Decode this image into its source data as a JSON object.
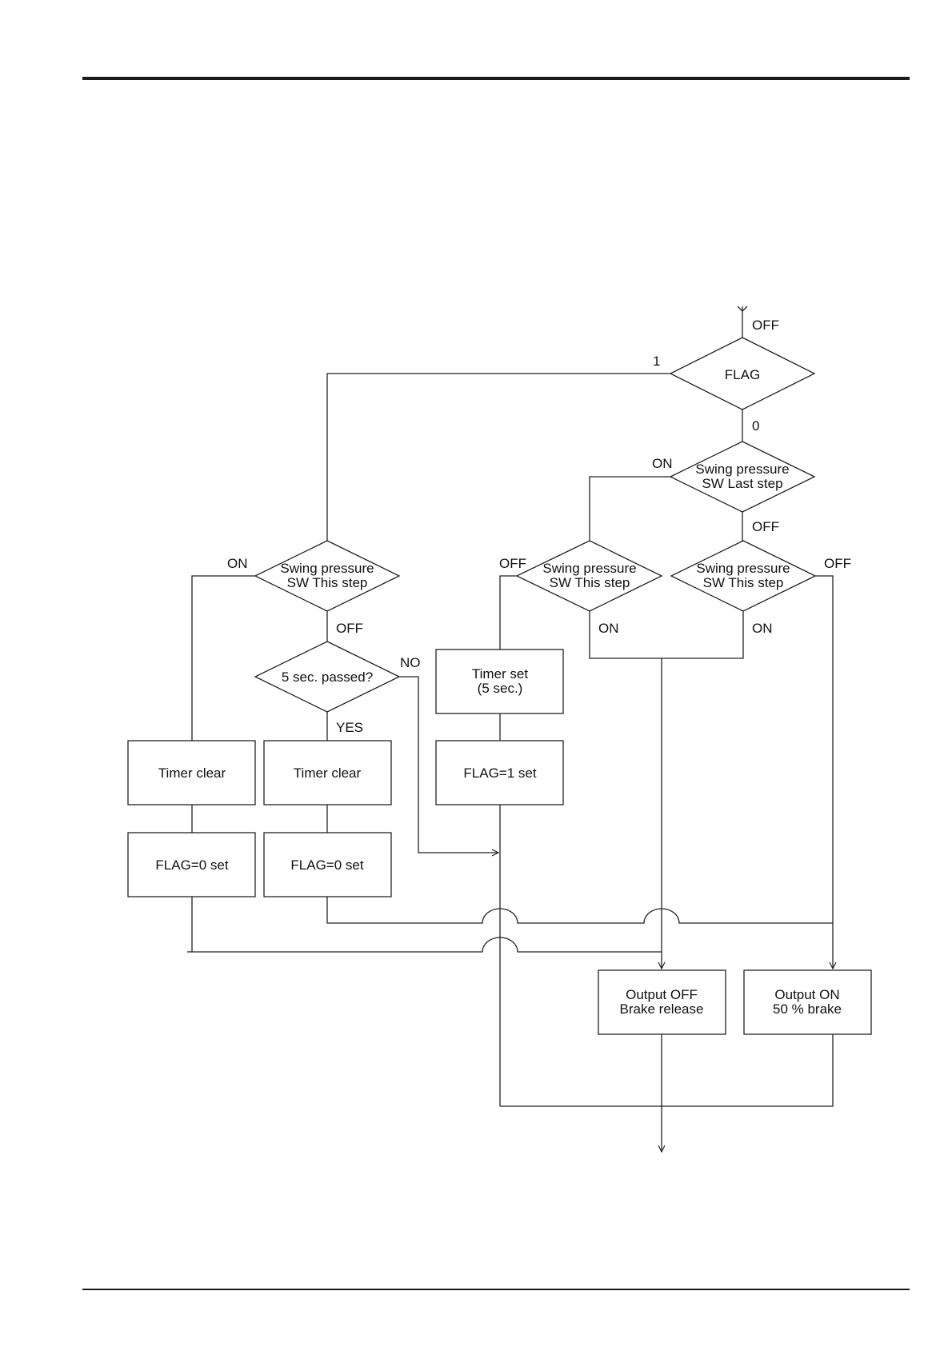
{
  "nodes": {
    "flag": [
      "FLAG"
    ],
    "last_step": [
      "Swing pressure",
      "SW Last step"
    ],
    "this_step_left": [
      "Swing pressure",
      "SW This step"
    ],
    "this_step_mid": [
      "Swing pressure",
      "SW This step"
    ],
    "this_step_right": [
      "Swing pressure",
      "SW This step"
    ],
    "five_sec": [
      "5 sec. passed?"
    ],
    "timer_set": [
      "Timer set",
      "(5 sec.)"
    ],
    "flag1_set": [
      "FLAG=1 set"
    ],
    "timer_clear_a": [
      "Timer clear"
    ],
    "timer_clear_b": [
      "Timer clear"
    ],
    "flag0_set_a": [
      "FLAG=0 set"
    ],
    "flag0_set_b": [
      "FLAG=0 set"
    ],
    "output_off": [
      "Output OFF",
      "Brake release"
    ],
    "output_on": [
      "Output ON",
      "50 % brake"
    ]
  },
  "edge_labels": {
    "entry": "OFF",
    "flag_1": "1",
    "flag_0": "0",
    "last_on": "ON",
    "last_off": "OFF",
    "left_on": "ON",
    "left_off": "OFF",
    "mid_off": "OFF",
    "mid_on": "ON",
    "right_off": "OFF",
    "right_on": "ON",
    "five_no": "NO",
    "five_yes": "YES"
  }
}
